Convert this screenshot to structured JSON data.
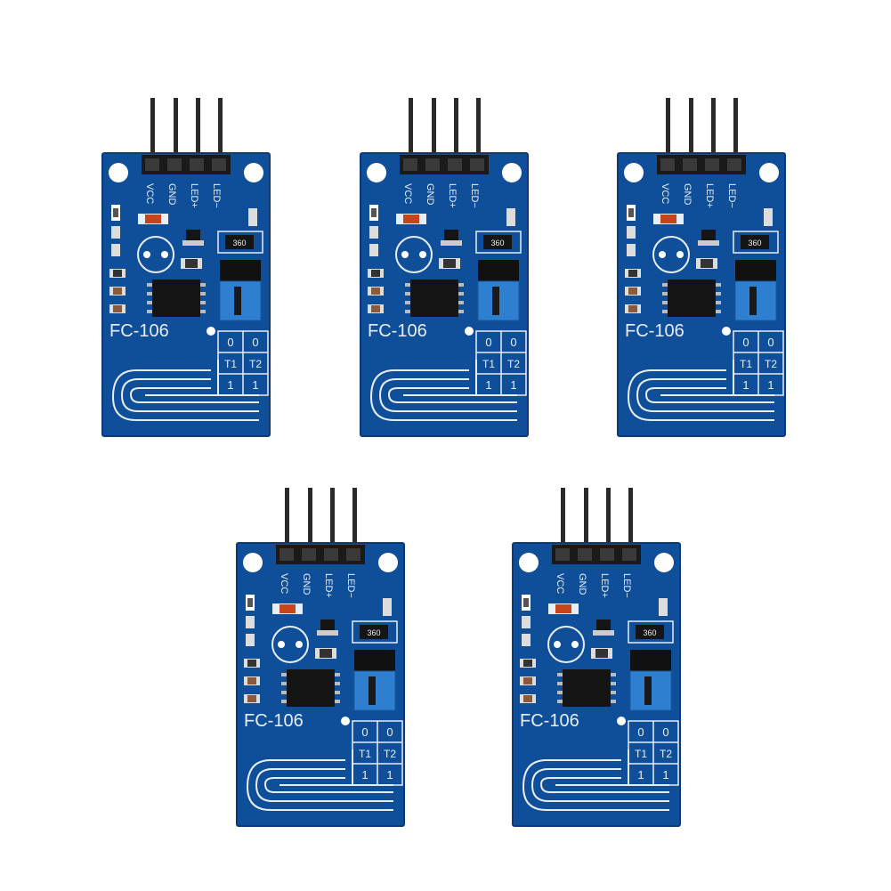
{
  "boards": [
    {
      "model": "FC-106",
      "pins": [
        "VCC",
        "GND",
        "LED+",
        "LED−"
      ],
      "resistor": "360",
      "jumper_labels": [
        "0",
        "0",
        "T1",
        "T2",
        "1",
        "1"
      ]
    },
    {
      "model": "FC-106",
      "pins": [
        "VCC",
        "GND",
        "LED+",
        "LED−"
      ],
      "resistor": "360",
      "jumper_labels": [
        "0",
        "0",
        "T1",
        "T2",
        "1",
        "1"
      ]
    },
    {
      "model": "FC-106",
      "pins": [
        "VCC",
        "GND",
        "LED+",
        "LED−"
      ],
      "resistor": "360",
      "jumper_labels": [
        "0",
        "0",
        "T1",
        "T2",
        "1",
        "1"
      ]
    },
    {
      "model": "FC-106",
      "pins": [
        "VCC",
        "GND",
        "LED+",
        "LED−"
      ],
      "resistor": "360",
      "jumper_labels": [
        "0",
        "0",
        "T1",
        "T2",
        "1",
        "1"
      ]
    },
    {
      "model": "FC-106",
      "pins": [
        "VCC",
        "GND",
        "LED+",
        "LED−"
      ],
      "resistor": "360",
      "jumper_labels": [
        "0",
        "0",
        "T1",
        "T2",
        "1",
        "1"
      ]
    }
  ],
  "colors": {
    "pcb": "#0f4f9a",
    "pcb_dark": "#0a3a78",
    "silkscreen": "#e8eef7",
    "header": "#1a1a1a",
    "pin": "#2a2a2a",
    "jumper_block": "#2f7fd0",
    "chip": "#141414"
  }
}
